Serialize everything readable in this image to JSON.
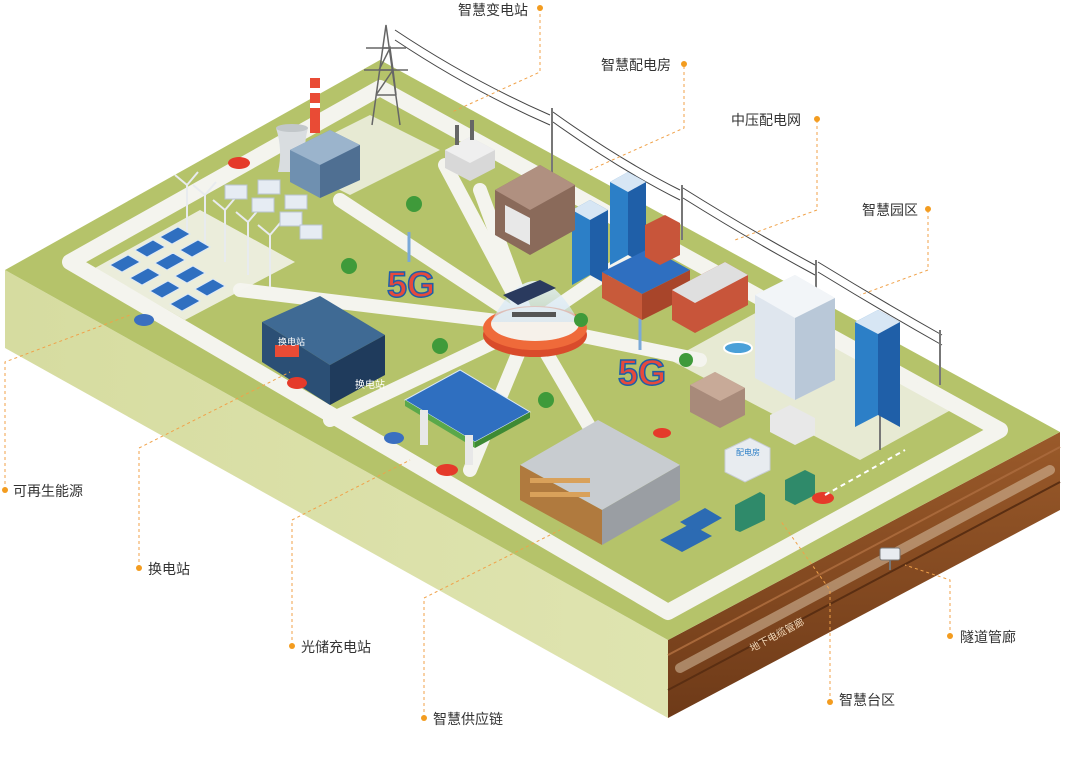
{
  "title": "",
  "colors": {
    "accent": "#f39c1f",
    "ground": "#b5c36a",
    "road": "#f4f4ee",
    "soil": "#8a4d24",
    "building_blue": "#2c7fc7",
    "center_ring": "#ef6a3a"
  },
  "badges": {
    "fiveg": "5G"
  },
  "buildings": {
    "swap_station_sign": "换电站",
    "distribution_box_sign": "配电房"
  },
  "tunnel_text": "地下电缆管廊",
  "labels": [
    {
      "id": "smart-substation",
      "text": "智慧变电站",
      "dot": "right"
    },
    {
      "id": "smart-distribution-room",
      "text": "智慧配电房",
      "dot": "right"
    },
    {
      "id": "medium-voltage-network",
      "text": "中压配电网",
      "dot": "right"
    },
    {
      "id": "smart-park",
      "text": "智慧园区",
      "dot": "right"
    },
    {
      "id": "renewable-energy",
      "text": "可再生能源",
      "dot": "left"
    },
    {
      "id": "battery-swap-station",
      "text": "换电站",
      "dot": "left"
    },
    {
      "id": "pv-storage-charging",
      "text": "光储充电站",
      "dot": "left"
    },
    {
      "id": "smart-supply-chain",
      "text": "智慧供应链",
      "dot": "left"
    },
    {
      "id": "smart-transformer-area",
      "text": "智慧台区",
      "dot": "left"
    },
    {
      "id": "tunnel-corridor",
      "text": "隧道管廊",
      "dot": "left"
    }
  ]
}
